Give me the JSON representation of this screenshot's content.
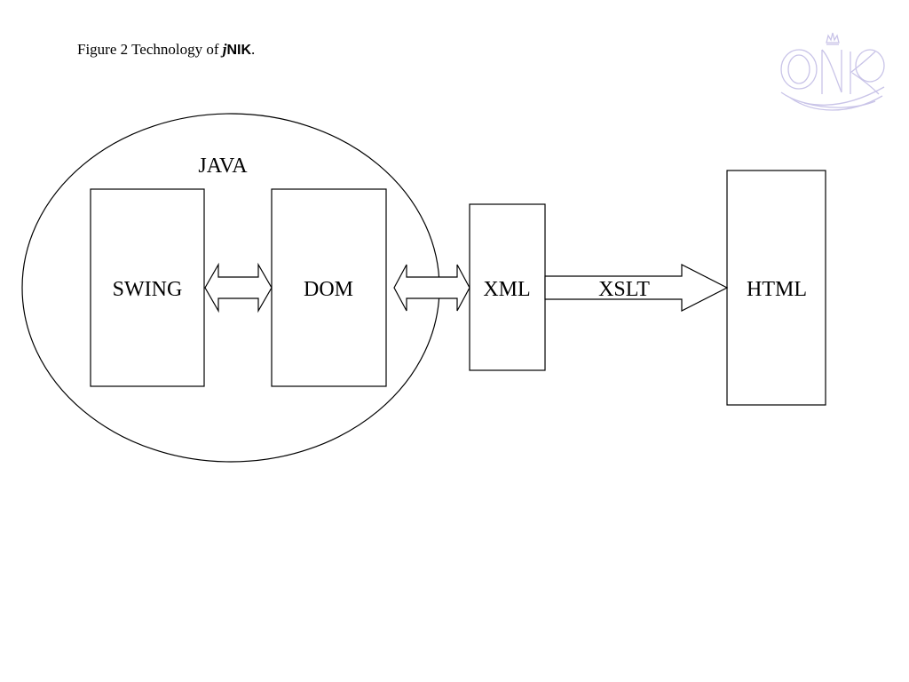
{
  "caption": {
    "prefix": "Figure 2 Technology of ",
    "j": "j",
    "nik": "NIK",
    "suffix": "."
  },
  "diagram": {
    "java_label": "JAVA",
    "swing_label": "SWING",
    "dom_label": "DOM",
    "xml_label": "XML",
    "xslt_label": "XSLT",
    "html_label": "HTML"
  },
  "logo": {
    "text": "NIK",
    "color": "#c9c4e8",
    "icon": "crown-icon"
  },
  "colors": {
    "stroke": "#000000",
    "fill": "#ffffff"
  }
}
